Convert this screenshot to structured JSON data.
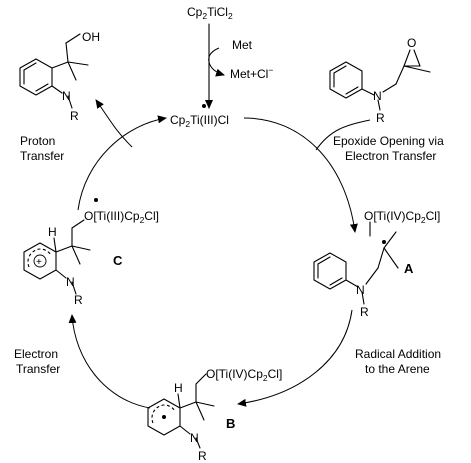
{
  "reagents": {
    "catalyst_precursor": {
      "base": "Cp",
      "s1": "2",
      "mid": "TiCl",
      "s2": "2"
    },
    "metal": "Met",
    "byproduct": {
      "base": "Met+Cl",
      "sup": "−"
    },
    "active_catalyst": {
      "base": "Cp",
      "s1": "2",
      "rest": "Ti(III)Cl"
    }
  },
  "steps": {
    "proton_transfer": [
      "Proton",
      "Transfer"
    ],
    "epoxide_opening": [
      "Epoxide Opening via",
      "Electron Transfer"
    ],
    "radical_addition": [
      "Radical Addition",
      "to the Arene"
    ],
    "electron_transfer": [
      "Electron",
      "Transfer"
    ]
  },
  "intermediates": {
    "A": {
      "label": "A",
      "ti_group": {
        "a": "O[Ti(IV)Cp",
        "s": "2",
        "b": "Cl]"
      }
    },
    "B": {
      "label": "B",
      "ti_group": {
        "a": "O[Ti(IV)Cp",
        "s": "2",
        "b": "Cl]"
      }
    },
    "C": {
      "label": "C",
      "ti_group": {
        "a": "O[Ti(III)Cp",
        "s": "2",
        "b": "Cl]"
      }
    }
  },
  "atoms": {
    "N": "N",
    "R": "R",
    "H": "H",
    "OH": "OH",
    "O": "O",
    "plus": "+"
  }
}
